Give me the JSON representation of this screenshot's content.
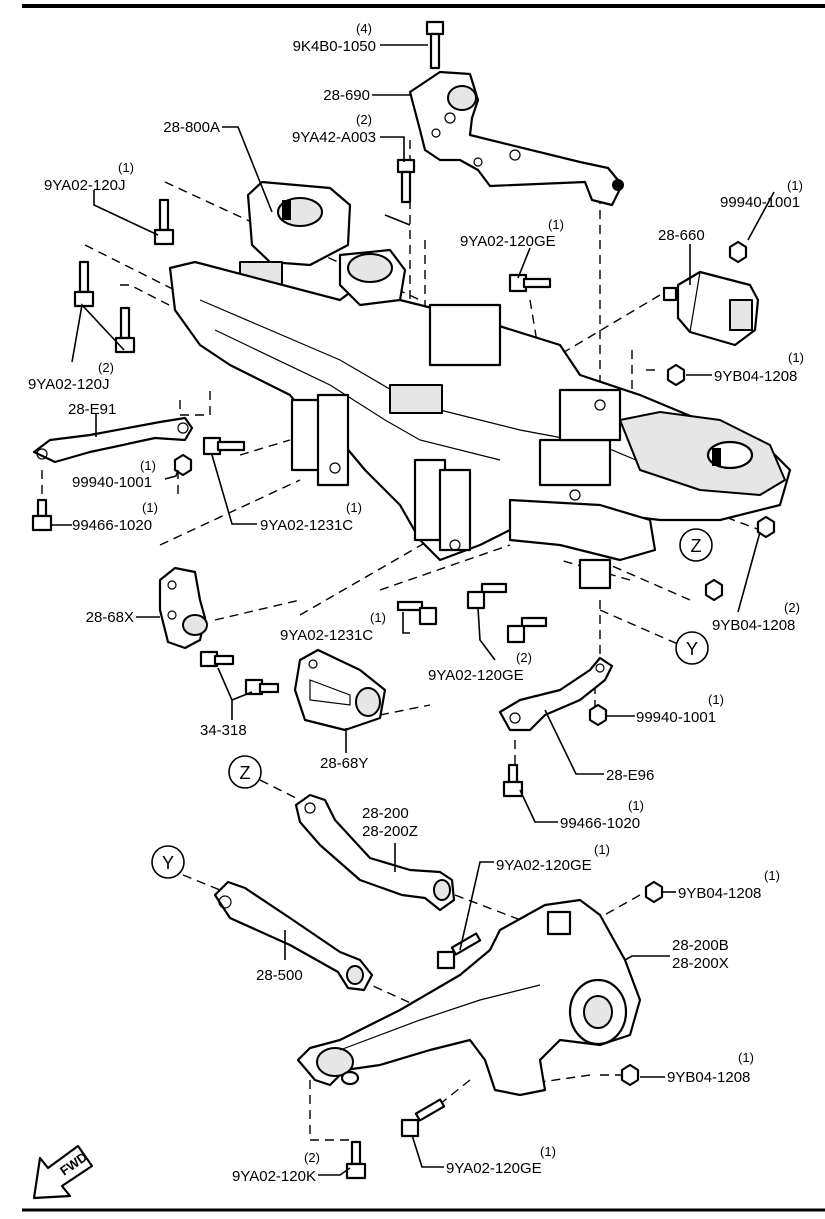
{
  "labels": {
    "l_9k4b0": {
      "code": "9K4B0-1050",
      "qty": "(4)"
    },
    "l_28690": {
      "code": "28-690"
    },
    "l_28800a": {
      "code": "28-800A"
    },
    "l_9ya42": {
      "code": "9YA42-A003",
      "qty": "(2)"
    },
    "l_9ya02_120j_top": {
      "code": "9YA02-120J",
      "qty": "(1)"
    },
    "l_99940_top": {
      "code": "99940-1001",
      "qty": "(1)"
    },
    "l_28660": {
      "code": "28-660"
    },
    "l_9ya02_120ge_top": {
      "code": "9YA02-120GE",
      "qty": "(1)"
    },
    "l_9ya02_120j_left": {
      "code": "9YA02-120J",
      "qty": "(2)"
    },
    "l_9yb04_top": {
      "code": "9YB04-1208",
      "qty": "(1)"
    },
    "l_28e91": {
      "code": "28-E91"
    },
    "l_99940_left": {
      "code": "99940-1001",
      "qty": "(1)"
    },
    "l_99466_left": {
      "code": "99466-1020",
      "qty": "(1)"
    },
    "l_9ya02_1231c_top": {
      "code": "9YA02-1231C",
      "qty": "(1)"
    },
    "l_28_68x": {
      "code": "28-68X"
    },
    "l_9ya02_1231c_mid": {
      "code": "9YA02-1231C",
      "qty": "(1)"
    },
    "l_9yb04_right": {
      "code": "9YB04-1208",
      "qty": "(2)"
    },
    "l_9ya02_120ge_mid": {
      "code": "9YA02-120GE",
      "qty": "(2)"
    },
    "l_34318": {
      "code": "34-318"
    },
    "l_28_68y": {
      "code": "28-68Y"
    },
    "l_99940_right": {
      "code": "99940-1001",
      "qty": "(1)"
    },
    "l_28e96": {
      "code": "28-E96"
    },
    "l_99466_right": {
      "code": "99466-1020",
      "qty": "(1)"
    },
    "l_28200": {
      "code": "28-200",
      "code2": "28-200Z"
    },
    "l_9ya02_120ge_low": {
      "code": "9YA02-120GE",
      "qty": "(1)"
    },
    "l_9yb04_low": {
      "code": "9YB04-1208",
      "qty": "(1)"
    },
    "l_28200b": {
      "code": "28-200B",
      "code2": "28-200X"
    },
    "l_28500": {
      "code": "28-500"
    },
    "l_9yb04_bottom": {
      "code": "9YB04-1208",
      "qty": "(1)"
    },
    "l_9ya02_120k": {
      "code": "9YA02-120K",
      "qty": "(2)"
    },
    "l_9ya02_120ge_bottom": {
      "code": "9YA02-120GE",
      "qty": "(1)"
    }
  },
  "callouts": {
    "z_upper": "Z",
    "y_upper": "Y",
    "z_lower": "Z",
    "y_lower": "Y"
  },
  "fwd": "FWD",
  "colors": {
    "ink": "#000000",
    "paper": "#ffffff",
    "shade": "#e6e6e6"
  }
}
